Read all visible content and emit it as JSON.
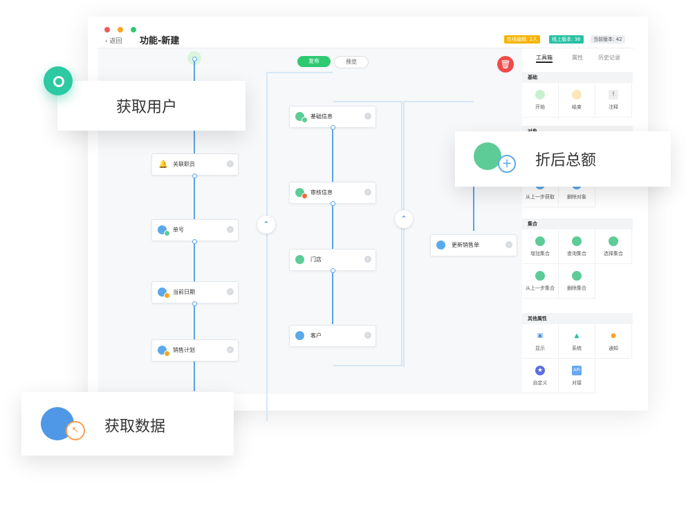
{
  "window": {
    "back_label": "返回",
    "title": "功能-新建",
    "badges": [
      {
        "label": "在线编辑: 2人",
        "color": "#f5b400"
      },
      {
        "label": "线上版本: 36",
        "color": "#28c1a3"
      },
      {
        "label": "当前版本: 42",
        "color": "#e9ecef"
      }
    ],
    "traffic_colors": [
      "#f25a5a",
      "#f5a623",
      "#2ec971"
    ]
  },
  "toolbar": {
    "publish_label": "发布",
    "preview_label": "预览"
  },
  "flow": {
    "col1": [
      "关联职员",
      "单号",
      "当前日期",
      "销售计划"
    ],
    "col2": [
      "基础信息",
      "审核信息",
      "门店",
      "客户"
    ],
    "col3": [
      "更新销售单"
    ]
  },
  "panel": {
    "tabs": [
      "工具箱",
      "属性",
      "历史记录"
    ],
    "sections": {
      "basic": "基础",
      "object": "对象",
      "collection": "集合",
      "other": "其他属性"
    },
    "basic_tools": [
      "开始",
      "结束",
      "注释"
    ],
    "object_tools": [
      "从上一步获取",
      "删除对象"
    ],
    "collection_tools": [
      "增加集合",
      "查询集合",
      "选择集合",
      "从上一步集合",
      "删除集合"
    ],
    "other_tools": [
      "显示",
      "系统",
      "通知",
      "自定义",
      "对接"
    ]
  },
  "cards": {
    "get_user": "获取用户",
    "discount_total": "折后总额",
    "get_data": "获取数据"
  },
  "colors": {
    "accent": "#2ec971",
    "line": "#5aa2e6",
    "danger": "#ef4a4a"
  }
}
